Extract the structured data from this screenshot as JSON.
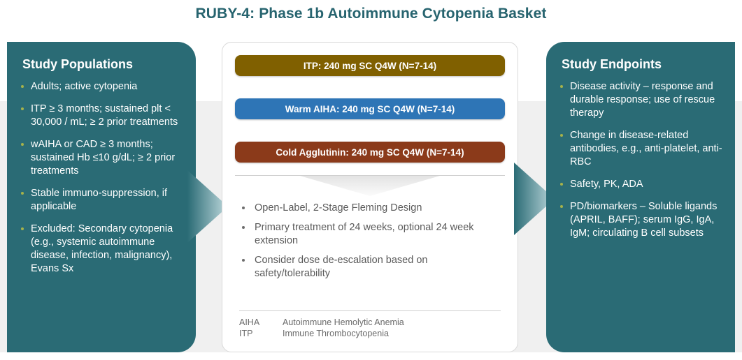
{
  "title": "RUBY-4: Phase 1b Autoimmune Cytopenia Basket",
  "colors": {
    "teal_panel": "#2A6B75",
    "title_teal": "#27646F",
    "bullet_olive": "#A6B24A",
    "band_gray": "#f0f0f0",
    "arm_itp": "#806000",
    "arm_waiha": "#2E75B6",
    "arm_cad": "#8B3A1A"
  },
  "left_panel": {
    "title": "Study Populations",
    "items": [
      "Adults; active cytopenia",
      "ITP ≥ 3 months; sustained plt < 30,000 / mL; ≥ 2 prior treatments",
      "wAIHA or CAD ≥ 3 months; sustained Hb ≤10 g/dL; ≥ 2 prior treatments",
      "Stable immuno-suppression, if applicable",
      "Excluded: Secondary cytopenia (e.g., systemic autoimmune disease,  infection, malignancy), Evans Sx"
    ]
  },
  "center_panel": {
    "arms": [
      {
        "label": "ITP: 240 mg SC Q4W (N=7-14)",
        "color": "#806000"
      },
      {
        "label": "Warm AIHA: 240 mg SC Q4W (N=7-14)",
        "color": "#2E75B6"
      },
      {
        "label": "Cold Agglutinin: 240 mg SC Q4W (N=7-14)",
        "color": "#8B3A1A"
      }
    ],
    "design_items": [
      "Open-Label, 2-Stage Fleming Design",
      "Primary treatment of 24 weeks, optional 24 week extension",
      "Consider dose de-escalation based on safety/tolerability"
    ],
    "legend": [
      {
        "abbr": "AIHA",
        "definition": "Autoimmune Hemolytic Anemia"
      },
      {
        "abbr": "ITP",
        "definition": "Immune Thrombocytopenia"
      }
    ]
  },
  "right_panel": {
    "title": "Study Endpoints",
    "items": [
      "Disease activity – response and durable response; use of rescue therapy",
      "Change in disease-related antibodies, e.g., anti-platelet, anti-RBC",
      "Safety, PK, ADA",
      "PD/biomarkers – Soluble ligands (APRIL, BAFF); serum IgG, IgA, IgM; circulating B cell subsets"
    ]
  }
}
